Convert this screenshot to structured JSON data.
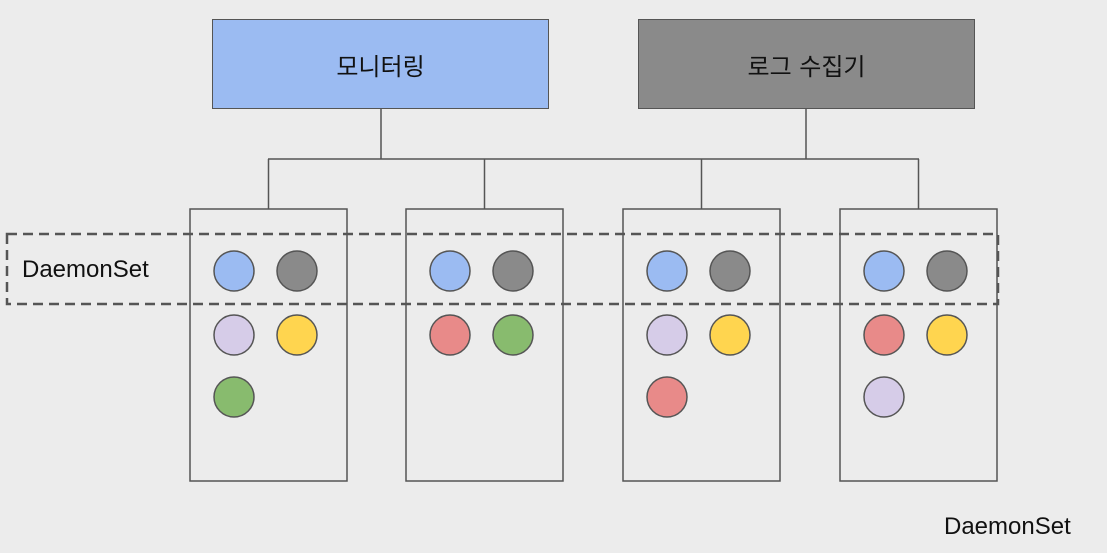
{
  "boxes": {
    "monitoring": {
      "label": "모니터링",
      "color": "#9bbbf2"
    },
    "logging": {
      "label": "로그 수집기",
      "color": "#8a8a8a"
    }
  },
  "daemonset_label": "DaemonSet",
  "bottom_label": "DaemonSet",
  "pod_colors": {
    "blue": "#9bbbf2",
    "gray": "#8a8a8a",
    "lavender": "#d6cce8",
    "yellow": "#ffd54f",
    "green": "#88bb6e",
    "red": "#e88a89"
  },
  "nodes": [
    {
      "pods": [
        "blue",
        "gray",
        "lavender",
        "yellow",
        "green"
      ]
    },
    {
      "pods": [
        "blue",
        "gray",
        "red",
        "green"
      ]
    },
    {
      "pods": [
        "blue",
        "gray",
        "lavender",
        "yellow",
        "red"
      ]
    },
    {
      "pods": [
        "blue",
        "gray",
        "red",
        "yellow",
        "lavender"
      ]
    }
  ]
}
